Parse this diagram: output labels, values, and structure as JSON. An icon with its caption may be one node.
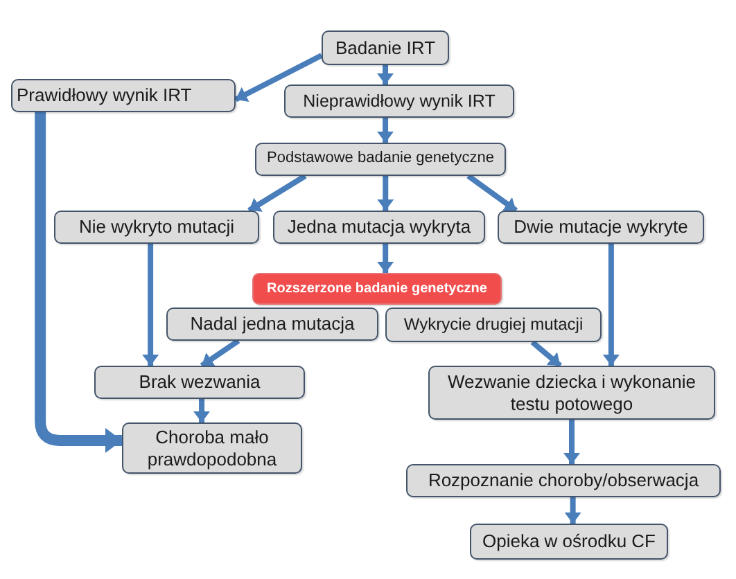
{
  "diagram": {
    "nodes": [
      {
        "text": [
          "Badanie IRT"
        ]
      },
      {
        "text": [
          "Prawidłowy wynik IRT"
        ]
      },
      {
        "text": [
          "Nieprawidłowy wynik IRT"
        ]
      },
      {
        "text": [
          "Podstawowe badanie genetyczne"
        ]
      },
      {
        "text": [
          "Nie wykryto mutacji"
        ]
      },
      {
        "text": [
          "Jedna mutacja wykryta"
        ]
      },
      {
        "text": [
          "Dwie mutacje wykryte"
        ]
      },
      {
        "text": [
          "Rozszerzone badanie genetyczne"
        ]
      },
      {
        "text": [
          "Nadal jedna mutacja"
        ]
      },
      {
        "text": [
          "Wykrycie drugiej mutacji"
        ]
      },
      {
        "text": [
          "Brak wezwania"
        ]
      },
      {
        "text": [
          "Choroba mało prawdopodobna"
        ]
      },
      {
        "text": [
          "Wezwanie dziecka i wykonanie testu potowego"
        ]
      },
      {
        "text": [
          "Rozpoznanie choroby/obserwacja"
        ]
      },
      {
        "text": [
          "Opieka w ośrodku CF"
        ]
      }
    ],
    "edges": [
      {
        "from": 0,
        "to": 1,
        "arrow": "to"
      },
      {
        "from": 0,
        "to": 2,
        "arrow": "to"
      },
      {
        "from": 2,
        "to": 3,
        "arrow": "to"
      },
      {
        "from": 3,
        "to": 4,
        "arrow": "to"
      },
      {
        "from": 3,
        "to": 5,
        "arrow": "to"
      },
      {
        "from": 3,
        "to": 6,
        "arrow": "to"
      },
      {
        "from": 5,
        "to": 7,
        "arrow": "to"
      },
      {
        "from": 4,
        "to": 10,
        "arrow": "to"
      },
      {
        "from": 1,
        "to": 11,
        "arrow": "to",
        "style": "thick"
      },
      {
        "from": 8,
        "to": 10,
        "arrow": "to"
      },
      {
        "from": 9,
        "to": 12,
        "arrow": "to"
      },
      {
        "from": 6,
        "to": 12,
        "arrow": "to"
      },
      {
        "from": 10,
        "to": 11,
        "arrow": "to"
      },
      {
        "from": 12,
        "to": 13,
        "arrow": "to"
      },
      {
        "from": 13,
        "to": 14,
        "arrow": "to"
      }
    ]
  }
}
